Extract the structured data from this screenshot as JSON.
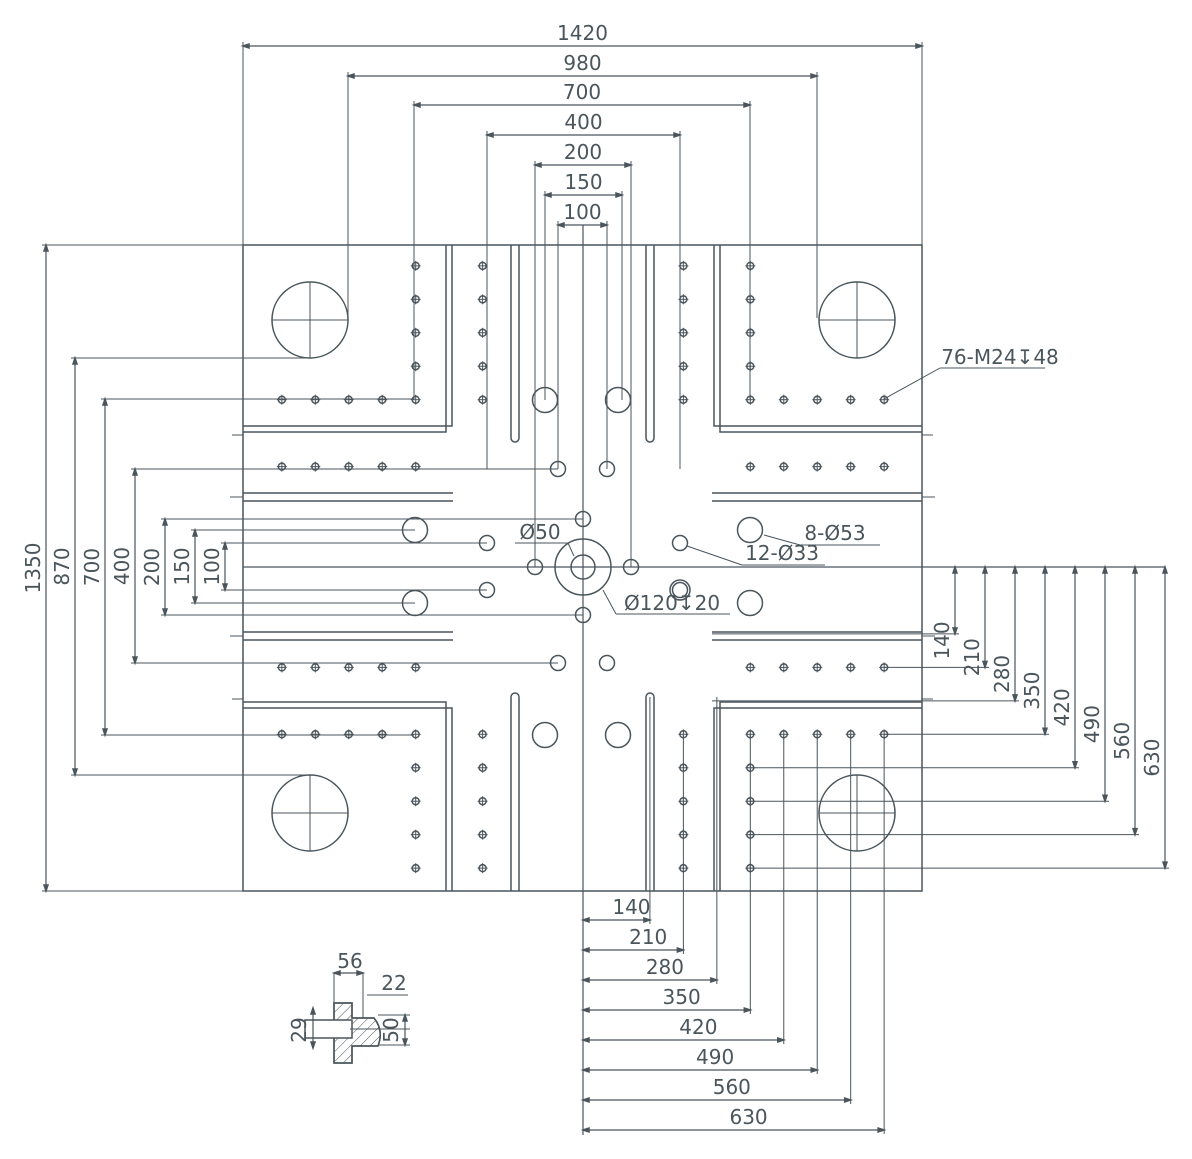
{
  "drawing": {
    "line_color": "#4a555c",
    "top_dims": [
      "1420",
      "980",
      "700",
      "400",
      "200",
      "150",
      "100"
    ],
    "left_dims": [
      "1350",
      "870",
      "700",
      "400",
      "200",
      "150",
      "100"
    ],
    "right_dims": [
      "140",
      "210",
      "280",
      "350",
      "420",
      "490",
      "560",
      "630"
    ],
    "bottom_dims": [
      "140",
      "210",
      "280",
      "350",
      "420",
      "490",
      "560",
      "630"
    ],
    "callouts": {
      "tapped": "76-M24↧48",
      "holes53": "8-Ø53",
      "holes33": "12-Ø33",
      "center50": "Ø50",
      "center120": "Ø120↧20"
    },
    "detail": {
      "d56": "56",
      "d22": "22",
      "d29": "29",
      "d50": "50"
    }
  }
}
